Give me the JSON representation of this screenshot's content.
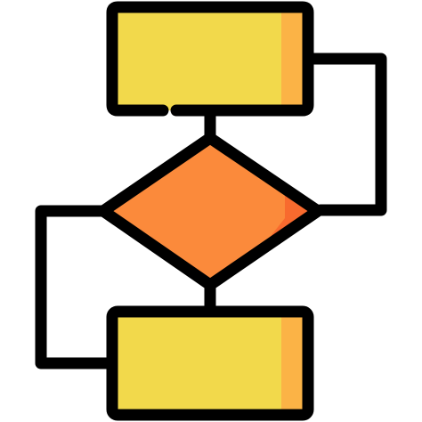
{
  "icon": {
    "name": "flowchart-icon",
    "colors": {
      "outline": "#000000",
      "box_fill": "#f2d94b",
      "box_shade": "#fbb346",
      "decision_fill": "#fb8a3b",
      "decision_shade": "#f86a2e",
      "background": "#ffffff"
    },
    "shapes": [
      "process-box-top",
      "decision-diamond",
      "process-box-bottom"
    ],
    "connectors": [
      "top-to-decision",
      "decision-to-bottom",
      "decision-right-loop-to-top",
      "bottom-left-loop-to-decision"
    ]
  }
}
